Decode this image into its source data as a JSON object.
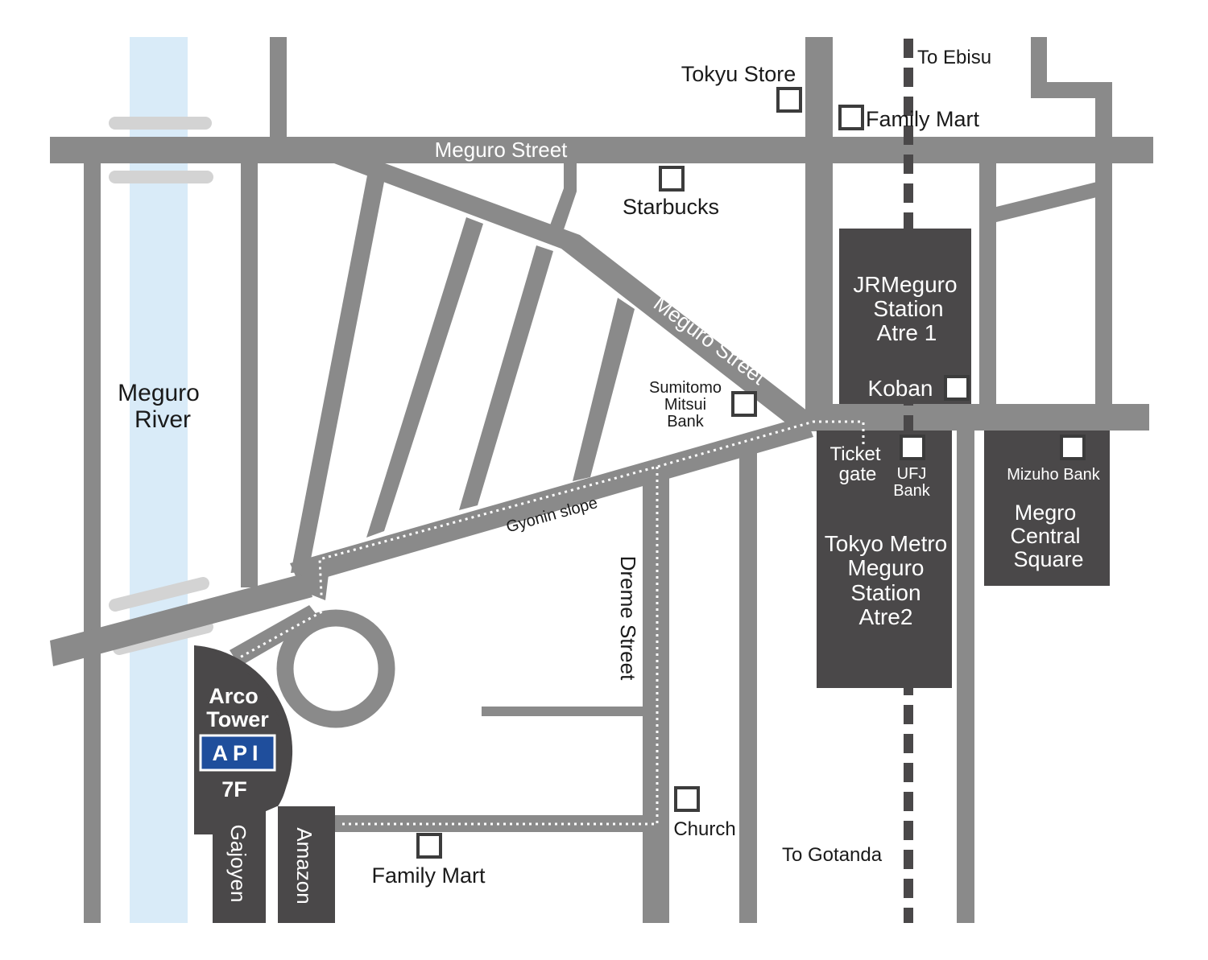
{
  "colors": {
    "road": "#8a8a8a",
    "river": "#d9ebf8",
    "bridge": "#d3d3d3",
    "building": "#4a4849",
    "rail": "#4a4849",
    "walk_route": "#ffffff",
    "api_badge": "#1f4e9c",
    "text": "#1a1a1a"
  },
  "areas": {
    "river": "Meguro River",
    "river_line1": "Meguro",
    "river_line2": "River"
  },
  "streets": {
    "meguro_street_top": "Meguro Street",
    "meguro_street_diag": "Meguro Street",
    "gyonin_slope": "Gyonin slope",
    "dreme_street": "Dreme Street"
  },
  "directions": {
    "to_ebisu": "To Ebisu",
    "to_gotanda": "To Gotanda"
  },
  "landmarks": {
    "tokyu_store": "Tokyu Store",
    "family_mart_top": "Family Mart",
    "starbucks": "Starbucks",
    "smbc_line1": "Sumitomo",
    "smbc_line2": "Mitsui",
    "smbc_line3": "Bank",
    "koban": "Koban",
    "ticket_gate_line1": "Ticket",
    "ticket_gate_line2": "gate",
    "ufj_line1": "UFJ",
    "ufj_line2": "Bank",
    "mizuho": "Mizuho Bank",
    "church": "Church",
    "family_mart_bottom": "Family Mart"
  },
  "buildings": {
    "jr_station_line1": "JRMeguro",
    "jr_station_line2": "Station",
    "jr_station_line3": "Atre 1",
    "metro_line1": "Tokyo Metro",
    "metro_line2": "Meguro",
    "metro_line3": "Station",
    "metro_line4": "Atre2",
    "central_square_line1": "Megro",
    "central_square_line2": "Central",
    "central_square_line3": "Square",
    "arco_line1": "Arco",
    "arco_line2": "Tower",
    "api_logo": "API",
    "floor": "7F",
    "gajoyen": "Gajoyen",
    "amazon": "Amazon"
  }
}
